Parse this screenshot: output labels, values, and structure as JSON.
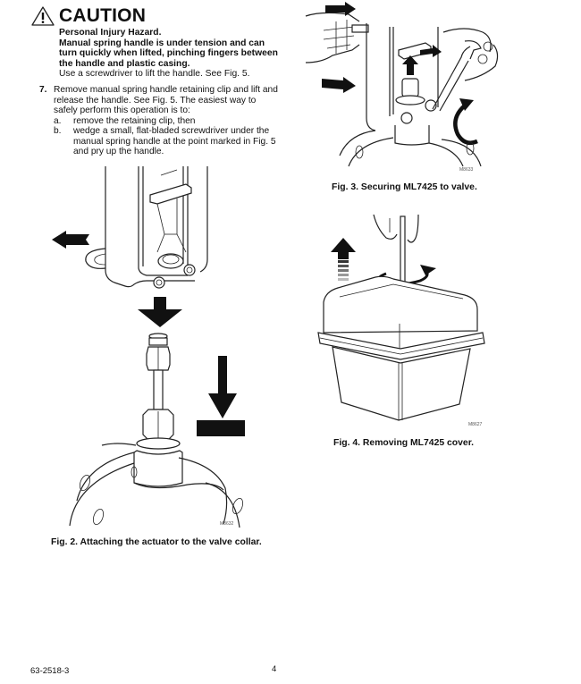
{
  "caution": {
    "icon": "warning-triangle-icon",
    "heading": "CAUTION",
    "lines": [
      {
        "text": "Personal Injury Hazard.",
        "bold": true
      },
      {
        "text": "Manual spring handle is under tension and can",
        "bold": true
      },
      {
        "text": "turn quickly when lifted, pinching fingers between",
        "bold": true
      },
      {
        "text": "the handle and plastic casing.",
        "bold": true
      },
      {
        "text": "Use a screwdriver to lift the handle. See Fig. 5.",
        "bold": false
      }
    ]
  },
  "step": {
    "number": "7.",
    "lines": [
      "Remove manual spring handle retaining clip and lift and",
      "release the handle. See Fig. 5. The easiest way to",
      "safely perform this operation is to:"
    ],
    "substeps": [
      {
        "label": "a.",
        "lines": [
          "remove the retaining clip, then"
        ]
      },
      {
        "label": "b.",
        "lines": [
          "wedge a small, flat-bladed screwdriver under the",
          "manual spring handle at the point marked in Fig. 5",
          "and pry up the handle."
        ]
      }
    ]
  },
  "figures": {
    "fig2": {
      "id": "M8632",
      "caption": "Fig. 2. Attaching the actuator to the valve collar."
    },
    "fig3": {
      "id": "M8633",
      "caption": "Fig. 3. Securing ML7425 to valve."
    },
    "fig4": {
      "id": "M8627",
      "caption": "Fig. 4. Removing ML7425 cover."
    }
  },
  "footer": {
    "doc_number": "63-2518-3",
    "page_number": "4"
  }
}
